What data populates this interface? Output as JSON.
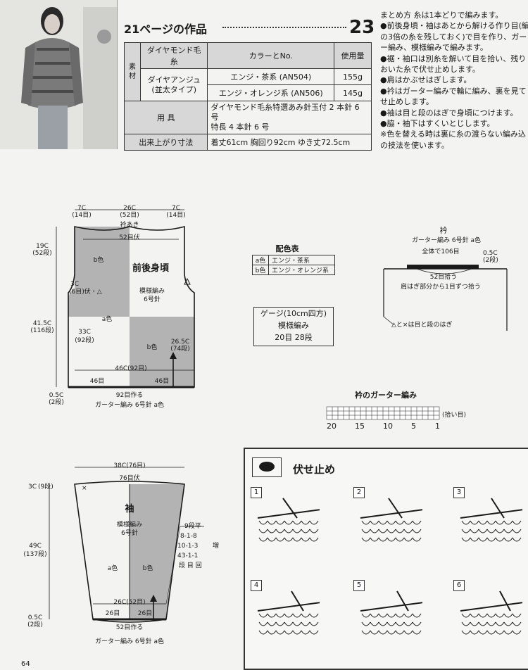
{
  "header": {
    "title": "21ページの作品",
    "page_number": "23"
  },
  "materials": {
    "col_label": "素材",
    "rows": [
      {
        "c1": "ダイヤモンド毛糸",
        "c2": "カラーとNo.",
        "c3": "使用量"
      },
      {
        "c1": "ダイヤアンジュ\n(並太タイプ)",
        "c2": "エンジ・茶系 (AN504)",
        "c3": "155g"
      },
      {
        "c1": "",
        "c2": "エンジ・オレンジ系 (AN506)",
        "c3": "145g"
      }
    ],
    "tools_label": "用 具",
    "tools_1": "ダイヤモンド毛糸特選あみ針玉付 2 本針 6 号",
    "tools_2": "特長 4 本針 6 号",
    "size_label": "出来上がり寸法",
    "size_value": "着丈61cm 胸回り92cm ゆき丈72.5cm"
  },
  "notes_text": "まとめ方 糸は1本どりで編みます。\n●前後身頃・袖はあとから解ける作り目(編み\nの3倍の糸を残しておく)で目を作り、ガー\nー編み、模様編みで編みます。\n●裾・袖口は別糸を解いて目を拾い、残り\nおいた糸で伏せ止めします。\n●肩はかぶせはぎします。\n●衿はガーター編みで輪に編み、裏を見て\nせ止めします。\n●袖は目と段のはぎで身頃につけます。\n●脇・袖下はすくいとじします。\n※色を替える時は裏に糸の渡らない編み込\nの技法を使います。",
  "color_table": {
    "title": "配色表",
    "rows": [
      {
        "key": "a色",
        "value": "エンジ・茶系"
      },
      {
        "key": "b色",
        "value": "エンジ・オレンジ系"
      }
    ]
  },
  "gauge": {
    "line1": "ゲージ(10cm四方)",
    "line2": "模様編み",
    "line3": "20目 28段"
  },
  "body_diagram": {
    "label": "前後身頃",
    "pattern": "模様編み",
    "needle": "6号針",
    "top_left": "7C",
    "top_left_st": "(14目)",
    "top_mid": "26C",
    "top_mid_st": "(52目)",
    "top_right": "7C",
    "top_right_st": "(14目)",
    "neck": "衿あき",
    "neck_bind": "52目伏",
    "upper_h": "19C",
    "upper_h_rows": "(52段)",
    "full_h": "41.5C",
    "full_h_rows": "(116段)",
    "arm_note": "3C",
    "arm_note2": "(6目)伏・△",
    "b_upper": "b色",
    "a_mid": "a色",
    "a_left": "33C",
    "a_left_rows": "(92段)",
    "b_lower": "b色",
    "right_h": "26.5C",
    "right_h_rows": "(74段)",
    "width_total": "46C(92目)",
    "width_half_l": "46目",
    "width_half_r": "46目",
    "hem_h": "0.5C",
    "hem_rows": "(2段)",
    "cast_on": "92目作る",
    "hem_note": "ガーター編み 6号針 a色",
    "cross_mark": "△"
  },
  "collar_diagram": {
    "title": "衿",
    "sub": "ガーター編み 6号針 a色",
    "count": "全体で106目",
    "right_h": "0.5C",
    "right_rows": "(2段)",
    "pick": "52目拾う",
    "pick_note": "肩はぎ部分から1目ずつ拾う",
    "seam_note": "△と×は目と段のはぎ"
  },
  "garter_chart": {
    "title": "衿のガーター編み",
    "ticks": [
      "20",
      "15",
      "10",
      "5",
      "1"
    ],
    "note": "(拾い目)"
  },
  "sleeve_diagram": {
    "label": "袖",
    "pattern": "模様編み",
    "needle": "6号針",
    "top_w": "38C(76目)",
    "top_bind": "76目伏",
    "top_h": "3C",
    "top_rows": "(9段)",
    "mid_h": "49C",
    "mid_rows": "(137段)",
    "low_h": "0.5C",
    "low_rows": "(2段)",
    "inc_1": "9段平",
    "inc_2": "8-1-8",
    "inc_3": "10-1-3",
    "inc_4": "43-1-1",
    "inc_5": "段 目 回",
    "inc_word": "増",
    "a_label": "a色",
    "b_label": "b色",
    "bottom_w": "26C(52目)",
    "bottom_l": "26目",
    "bottom_r": "26目",
    "cast_on": "52目作る",
    "hem_note": "ガーター編み 6号針 a色",
    "x_mark": "×"
  },
  "bind_off": {
    "title": "伏せ止め",
    "steps": [
      "1",
      "2",
      "3",
      "4",
      "5",
      "6"
    ]
  },
  "footer": {
    "page": "64"
  },
  "colors": {
    "shaded": "#b3b3b3",
    "ink": "#1a1a1a",
    "paper": "#f3f3f1"
  }
}
